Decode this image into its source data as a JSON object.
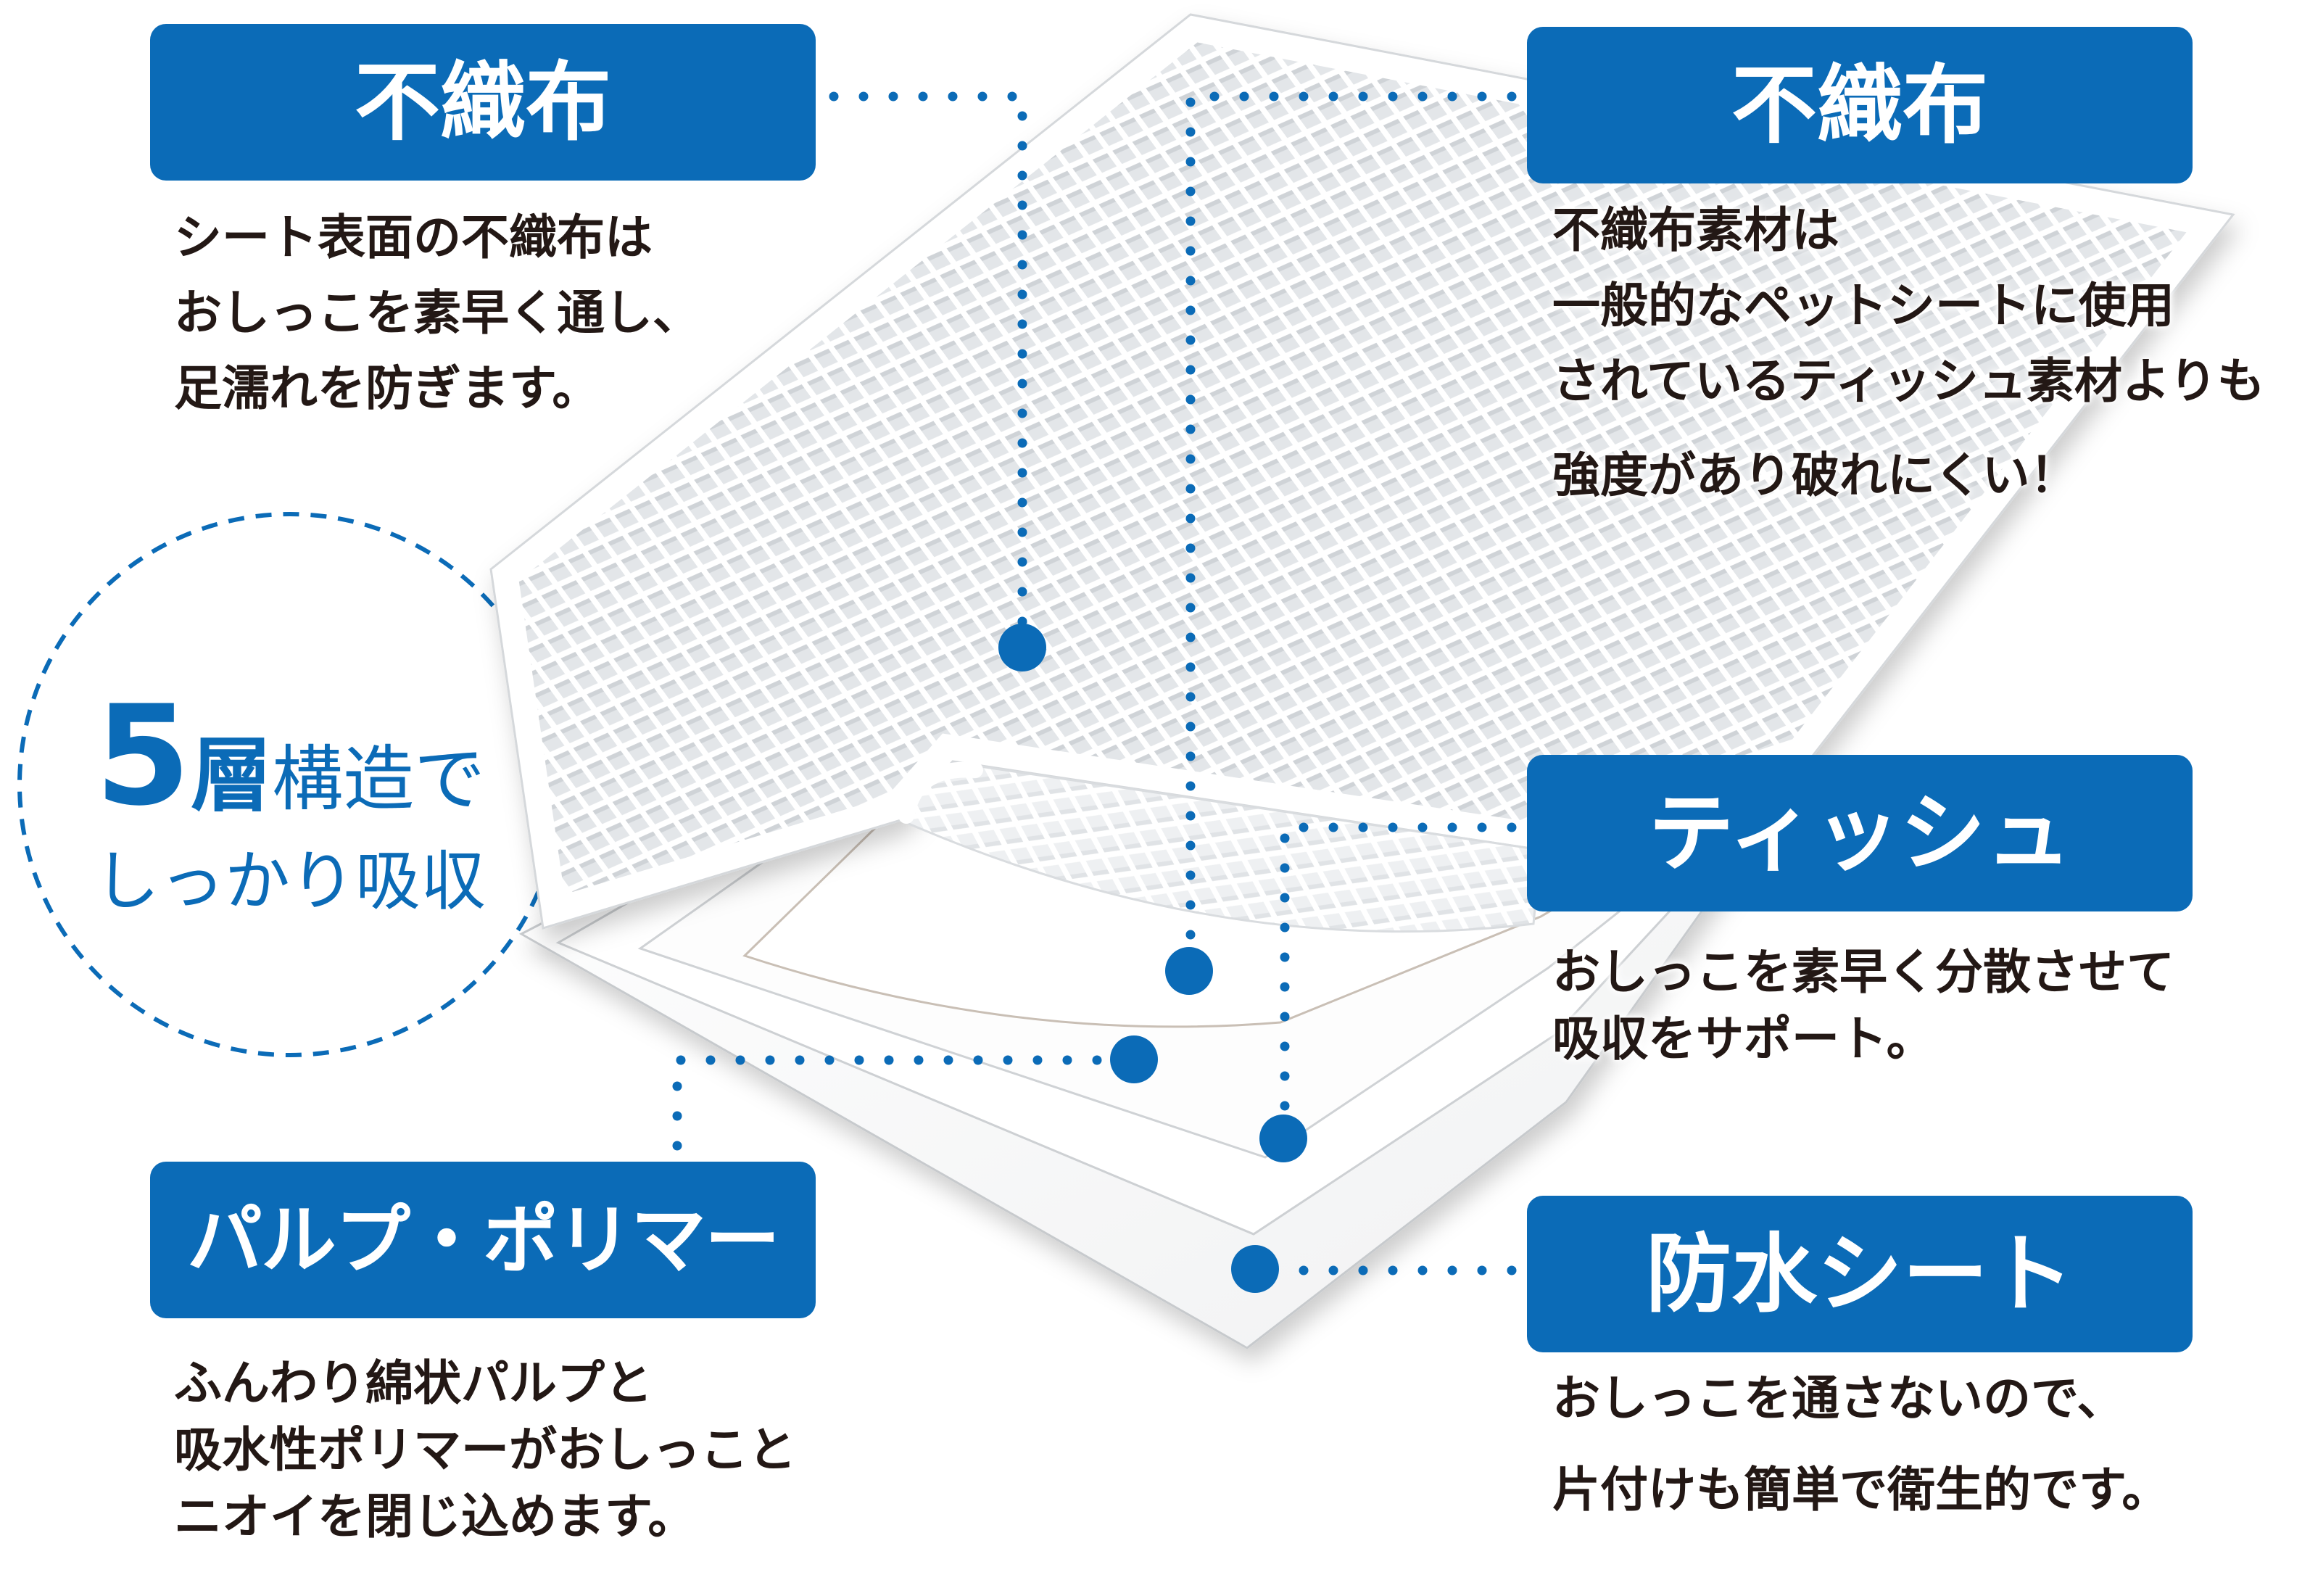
{
  "theme": {
    "accent": "#0b6bb7",
    "text": "#231815",
    "background": "#ffffff"
  },
  "badge": {
    "number": "5",
    "emphasis": "層",
    "rest": "構造で",
    "line2": "しっかり吸収"
  },
  "callouts": {
    "surface_nonwoven": {
      "title": "不織布",
      "lines": [
        "シート表面の不織布は",
        "おしっこを素早く通し、",
        "足濡れを防ぎます。"
      ]
    },
    "inner_nonwoven": {
      "title": "不織布",
      "lines": [
        "不織布素材は",
        "一般的なペットシートに使用",
        "されているティッシュ素材よりも",
        "強度があり破れにくい！"
      ]
    },
    "tissue": {
      "title": "ティッシュ",
      "lines": [
        "おしっこを素早く分散させて",
        "吸収をサポート。"
      ]
    },
    "pulp_polymer": {
      "title": "パルプ・ポリマー",
      "lines": [
        "ふんわり綿状パルプと",
        "吸水性ポリマーがおしっこと",
        "ニオイを閉じ込めます。"
      ]
    },
    "waterproof": {
      "title": "防水シート",
      "lines": [
        "おしっこを通さないので、",
        "片付けも簡単で衛生的です。"
      ]
    }
  }
}
